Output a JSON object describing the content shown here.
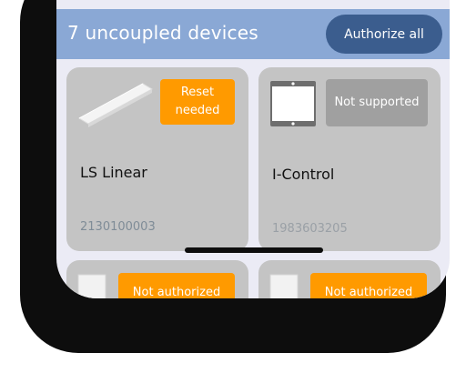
{
  "header": {
    "title": "7 uncoupled devices",
    "authorize_all_label": "Authorize all"
  },
  "devices": [
    {
      "name": "LS Linear",
      "serial": "2130100003",
      "status": "Reset needed",
      "status_lines": [
        "Reset",
        "needed"
      ],
      "icon": "linear-luminaire-icon"
    },
    {
      "name": "I-Control",
      "serial": "1983603205",
      "status": "Not supported",
      "icon": "control-panel-icon"
    },
    {
      "name": "",
      "serial": "",
      "status": "Not authorized",
      "icon": "device-icon"
    },
    {
      "name": "",
      "serial": "",
      "status": "Not authorized",
      "icon": "device-icon"
    }
  ],
  "colors": {
    "header": "#8aa8d5",
    "accent": "#3b5d8e",
    "warning": "#ff9a00",
    "unsupported": "#a0a0a0",
    "card": "#c4c4c4",
    "screen": "#ebebf5"
  }
}
